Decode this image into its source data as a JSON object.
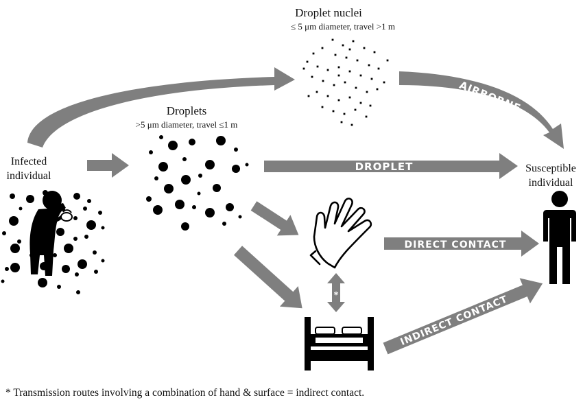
{
  "labels": {
    "infected": [
      "Infected",
      "individual"
    ],
    "susceptible": [
      "Susceptible",
      "individual"
    ],
    "droplet_nuclei_title": "Droplet nuclei",
    "droplet_nuclei_sub": "≤ 5 μm diameter, travel >1 m",
    "droplets_title": "Droplets",
    "droplets_sub": ">5 μm diameter, travel ≤1 m",
    "star": "*"
  },
  "routes": {
    "airborne": "AIRBORNE",
    "droplet": "DROPLET",
    "direct_contact": "DIRECT CONTACT",
    "indirect_contact": "INDIRECT CONTACT"
  },
  "footnote": "* Transmission routes involving a combination of hand & surface = indirect contact.",
  "colors": {
    "arrow": "#7f7f7f",
    "figure": "#000000",
    "text": "#111111",
    "background": "#ffffff"
  },
  "icons": [
    "coughing-person-icon",
    "hand-icon",
    "bed-icon",
    "standing-person-icon"
  ]
}
